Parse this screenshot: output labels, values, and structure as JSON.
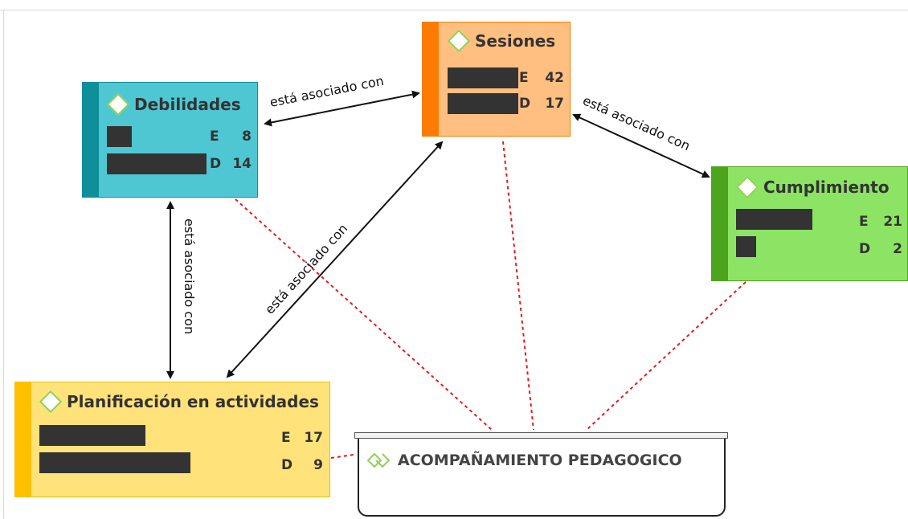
{
  "relation_label": "está asociado con",
  "nodes": {
    "debilidades": {
      "title": "Debilidades",
      "e_label": "E",
      "e_value": "8",
      "d_label": "D",
      "d_value": "14",
      "fill": "#4fc7d3",
      "band": "#0f8f99",
      "border": "#0f8f99"
    },
    "sesiones": {
      "title": "Sesiones",
      "e_label": "E",
      "e_value": "42",
      "d_label": "D",
      "d_value": "17",
      "fill": "#ffbf80",
      "band": "#ff7a00",
      "border": "#f07c00"
    },
    "cumplimiento": {
      "title": "Cumplimiento",
      "e_label": "E",
      "e_value": "21",
      "d_label": "D",
      "d_value": "2",
      "fill": "#8de364",
      "band": "#4da51e",
      "border": "#4da51e"
    },
    "planificacion": {
      "title": "Planificación en actividades",
      "e_label": "E",
      "e_value": "17",
      "d_label": "D",
      "d_value": "9",
      "fill": "#ffe27a",
      "band": "#ffc000",
      "border": "#f2c200"
    }
  },
  "root": {
    "title": "ACOMPAÑAMIENTO PEDAGOGICO"
  },
  "colors": {
    "link": "#e31a1c",
    "arrow": "#111111",
    "diamond": "#8fd14f"
  }
}
